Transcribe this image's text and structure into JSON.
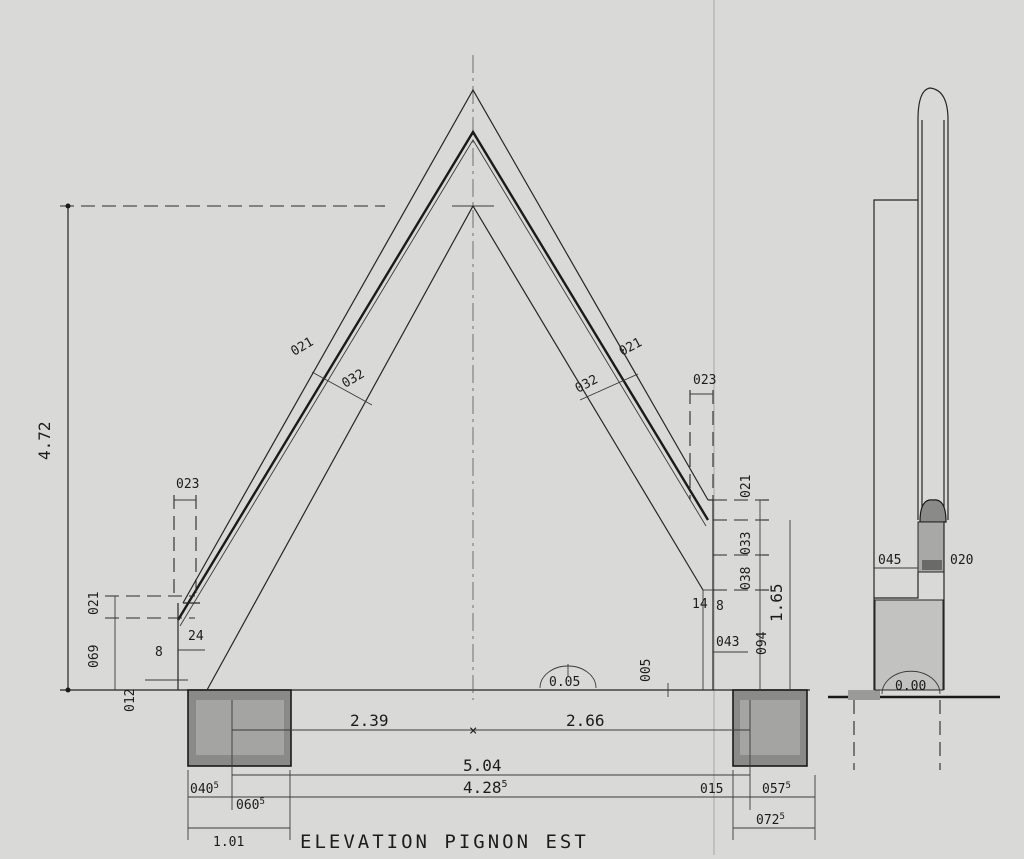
{
  "title": "ELEVATION PIGNON EST",
  "dimensions": {
    "total_height": "4.72",
    "left_side": "2.39",
    "right_side": "2.66",
    "overall_width": "5.04",
    "inner_width": "4.28",
    "inner_width_sup": "5",
    "wall_height": "1.65",
    "slab_level": "0.05",
    "left_eave_width": "023",
    "right_eave_width": "023",
    "left_roof_outer": "021",
    "left_roof_inner": "032",
    "right_roof_inner": "032",
    "right_roof_outer": "021",
    "left_fascia": "021",
    "right_fascia": "021",
    "left_rafter": "24",
    "left_plinth": "8",
    "right_plinth": "8",
    "left_wall_base": "069",
    "left_sill": "012",
    "right_14": "14",
    "right_033": "033",
    "right_038": "038",
    "right_043": "043",
    "right_094": "094",
    "right_005": "005",
    "left_offset_a": "040",
    "left_offset_a_sup": "5",
    "left_offset_b": "060",
    "left_offset_b_sup": "5",
    "left_total": "1.01",
    "right_015": "015",
    "right_057": "057",
    "right_057_sup": "5",
    "right_072": "072",
    "right_072_sup": "5"
  },
  "section": {
    "width_label": "045",
    "thickness_label": "020",
    "level_label": "0.00"
  }
}
